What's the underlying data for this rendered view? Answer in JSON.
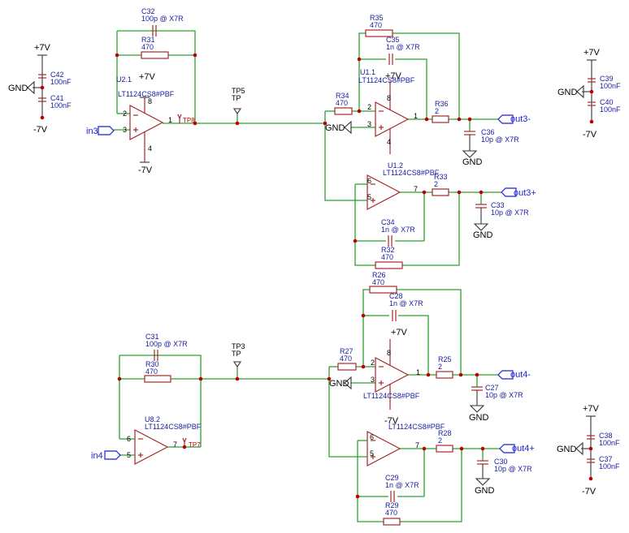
{
  "labels": {
    "c32": "C32",
    "c32v": "100p @ X7R",
    "r31": "R31",
    "r31v": "470",
    "u2": "U2.1",
    "u2p": "LT1124CS8#PBF",
    "u2vp": "+7V",
    "u2vn": "-7V",
    "tp8": "TP8",
    "tp5": "TP5",
    "tp5t": "TP",
    "in3": "in3",
    "c42": "C42",
    "c42v": "100nF",
    "c41": "C41",
    "c41v": "100nF",
    "gndL": "GND",
    "p7L": "+7V",
    "n7L": "-7V",
    "r35": "R35",
    "r35v": "470",
    "c35": "C35",
    "c35v": "1n @ X7R",
    "u1": "U1.1",
    "u1p": "LT1124CS8#PBF",
    "u1vp": "+7V",
    "r34": "R34",
    "r34v": "470",
    "r36": "R36",
    "r36v": "2",
    "out3m": "out3-",
    "c36": "C36",
    "c36v": "10p @ X7R",
    "gnd1": "GND",
    "gnd2": "GND",
    "u12": "U1.2",
    "u12p": "LT1124CS8#PBF",
    "r33": "R33",
    "r33v": "2",
    "out3p": "out3+",
    "c33": "C33",
    "c33v": "10p @ X7R",
    "gnd3": "GND",
    "c34": "C34",
    "c34v": "1n @ X7R",
    "r32": "R32",
    "r32v": "470",
    "c39": "C39",
    "c39v": "100nF",
    "c40": "C40",
    "c40v": "100nF",
    "gndR1": "GND",
    "p7R1": "+7V",
    "n7R1": "-7V",
    "r26": "R26",
    "r26v": "470",
    "c28": "C28",
    "c28v": "1n @ X7R",
    "u3vp": "+7V",
    "r27": "R27",
    "r27v": "470",
    "r25": "R25",
    "r25v": "2",
    "out4m": "out4-",
    "c27": "C27",
    "c27v": "10p @ X7R",
    "gnd4": "GND",
    "gnd5": "GND",
    "u3p": "LT1124CS8#PBF",
    "u3vn": "-7V",
    "c31": "C31",
    "c31v": "100p @ X7R",
    "r30": "R30",
    "r30v": "470",
    "tp3": "TP3",
    "tp3t": "TP",
    "u8": "U8.2",
    "u8p": "LT1124CS8#PBF",
    "tp7": "TP7",
    "in4": "in4",
    "u4p": "LT1124CS8#PBF",
    "r28": "R28",
    "r28v": "2",
    "out4p": "out4+",
    "c30": "C30",
    "c30v": "10p @ X7R",
    "gnd6": "GND",
    "c29": "C29",
    "c29v": "1n @ X7R",
    "r29": "R29",
    "r29v": "470",
    "c38": "C38",
    "c38v": "100nF",
    "c37": "C37",
    "c37v": "100nF",
    "gndR2": "GND",
    "p7R2": "+7V",
    "n7R2": "-7V"
  },
  "pins": [
    "2",
    "3",
    "1",
    "8",
    "4",
    "2",
    "3",
    "1",
    "8",
    "4",
    "6",
    "5",
    "7",
    "2",
    "3",
    "1",
    "8",
    "6",
    "5",
    "7",
    "6",
    "5",
    "7"
  ]
}
